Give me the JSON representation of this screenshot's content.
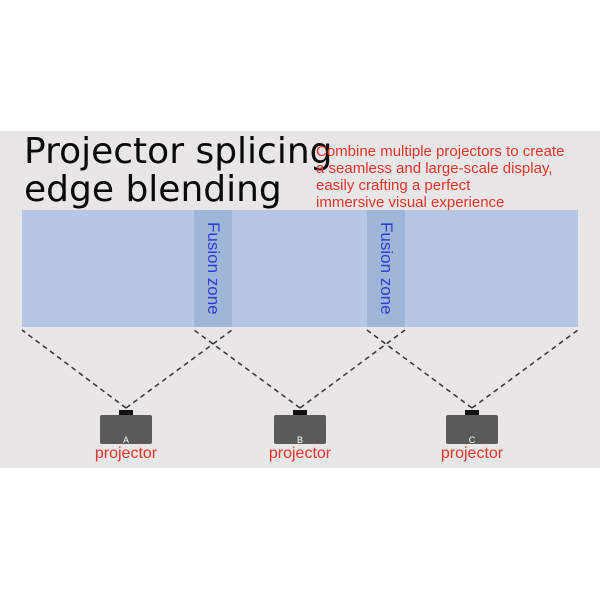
{
  "title": {
    "line1": "Projector splicing",
    "line2": "edge blending"
  },
  "description": {
    "line1": "Combine multiple projectors to create",
    "line2": "a seamless and large-scale display,",
    "line3": "easily crafting a perfect",
    "line4": "immersive visual experience"
  },
  "fusion_zones": [
    {
      "label": "Fusion zone"
    },
    {
      "label": "Fusion zone"
    }
  ],
  "projectors": [
    {
      "letter": "A",
      "label": "projector"
    },
    {
      "letter": "B",
      "label": "projector"
    },
    {
      "letter": "C",
      "label": "projector"
    }
  ],
  "colors": {
    "panel_background": "#e8e6e6",
    "screen": "#b6c7e3",
    "fusion_zone": "#9fb6d9",
    "fusion_text": "#2b3fd6",
    "accent_red": "#e5342a",
    "projector_body": "#5a5a5a",
    "beam_line": "#333333"
  }
}
